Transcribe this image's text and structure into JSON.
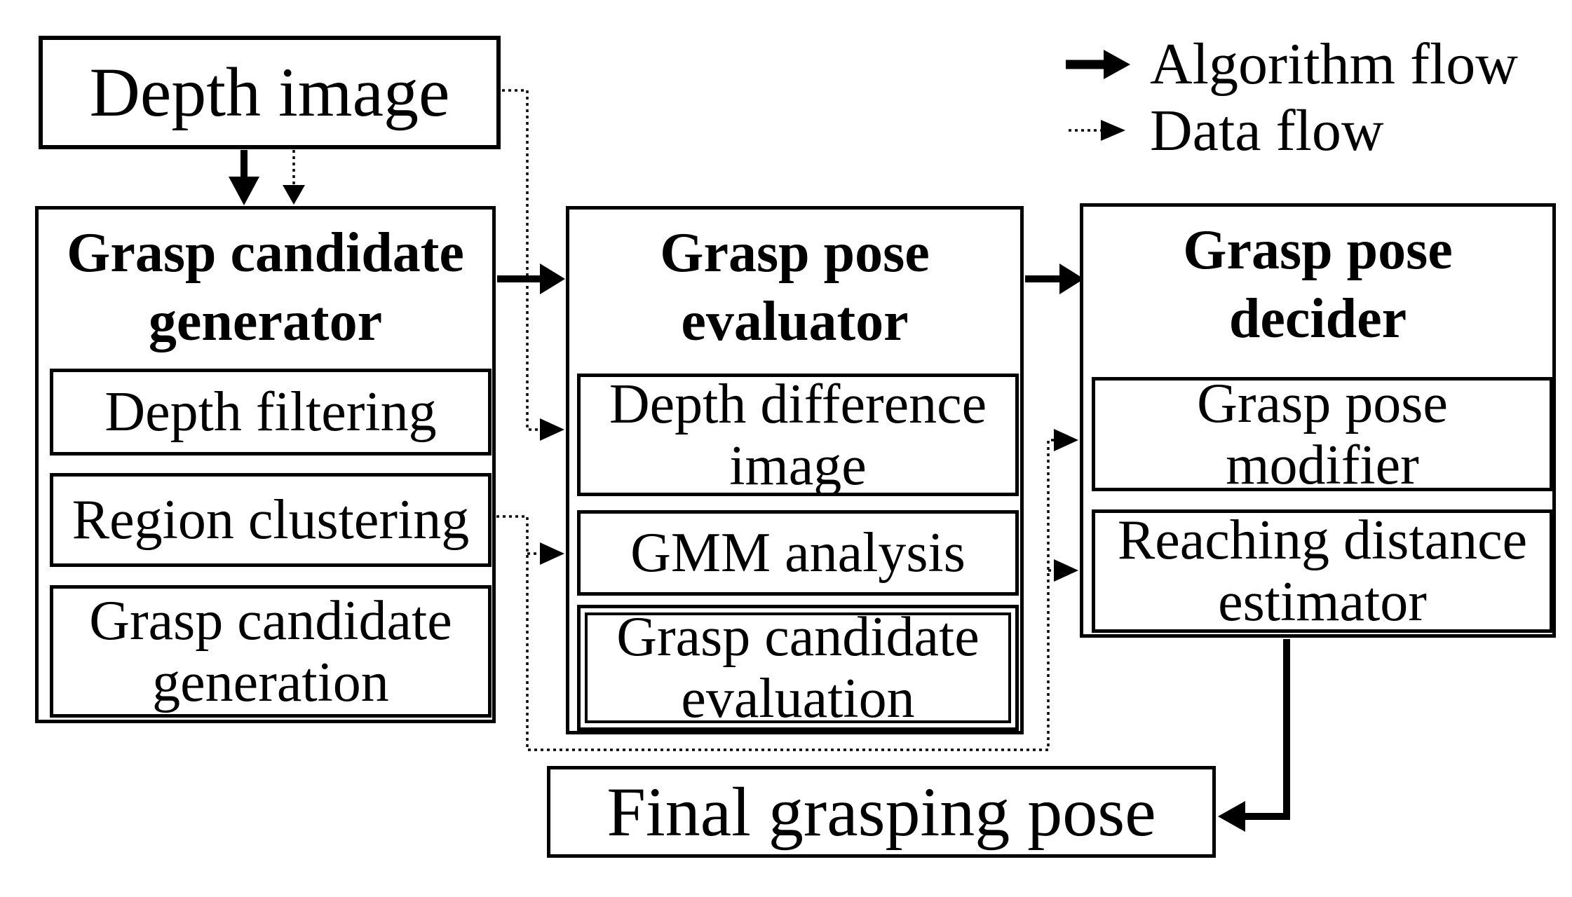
{
  "diagram": {
    "legend": {
      "algorithm_flow": "Algorithm flow",
      "data_flow": "Data flow"
    },
    "nodes": {
      "depth_image": "Depth image",
      "generator": {
        "title": "Grasp candidate\ngenerator",
        "steps": [
          "Depth filtering",
          "Region clustering",
          "Grasp candidate\ngeneration"
        ]
      },
      "evaluator": {
        "title": "Grasp pose\nevaluator",
        "steps": [
          "Depth difference\nimage",
          "GMM analysis",
          "Grasp candidate\nevaluation"
        ]
      },
      "decider": {
        "title": "Grasp pose\ndecider",
        "steps": [
          "Grasp pose\nmodifier",
          "Reaching distance\nestimator"
        ]
      },
      "final": "Final grasping pose"
    },
    "edges": {
      "algorithm_flow": [
        "Depth image -> Grasp candidate generator",
        "Grasp candidate generator -> Grasp pose evaluator",
        "Grasp pose evaluator -> Grasp pose decider",
        "Grasp pose decider -> Final grasping pose"
      ],
      "data_flow": [
        "Depth image -> Grasp candidate generator",
        "Depth image -> Depth difference image",
        "Region clustering -> GMM analysis",
        "Region clustering -> Grasp pose modifier",
        "Region clustering -> Reaching distance estimator"
      ]
    },
    "colors": {
      "ink": "#000000",
      "background": "#ffffff"
    }
  }
}
